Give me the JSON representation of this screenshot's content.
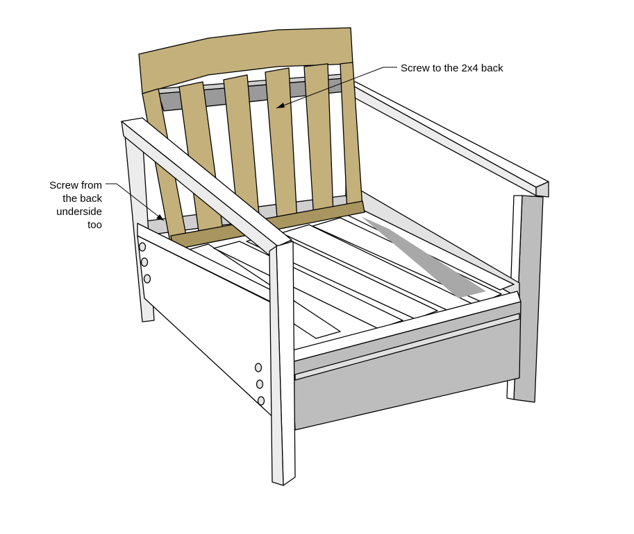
{
  "annotations": {
    "screw_to_back": "Screw to the 2x4 back",
    "screw_from_back_underside": [
      "Screw from",
      "the back",
      "underside",
      "too"
    ]
  },
  "colors": {
    "wood_tan": "#c4b07b",
    "wood_tan_dark": "#a8955f",
    "frame_white": "#ffffff",
    "frame_light_gray": "#ececec",
    "frame_mid_gray": "#bdbdbd",
    "frame_dark_gray": "#9a9a9a",
    "outline": "#000000"
  }
}
